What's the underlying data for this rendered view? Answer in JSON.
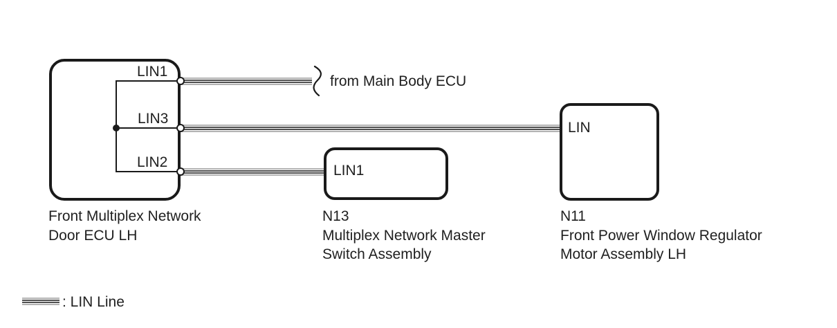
{
  "diagram": {
    "type": "wiring-bus-diagram",
    "nodes": [
      {
        "caption_lines": [
          "Front Multiplex Network",
          "Door ECU LH"
        ],
        "pins": [
          "LIN1",
          "LIN3",
          "LIN2"
        ]
      },
      {
        "caption_lines": [
          "N13",
          "Multiplex Network Master",
          "Switch Assembly"
        ],
        "pins": [
          "LIN1"
        ]
      },
      {
        "caption_lines": [
          "N11",
          "Front Power Window Regulator",
          "Motor Assembly LH"
        ],
        "pins": [
          "LIN"
        ]
      }
    ],
    "connections": [
      {
        "from": "Front Multiplex Network Door ECU LH / LIN1",
        "to": "Main Body ECU (off-page)"
      },
      {
        "from": "Front Multiplex Network Door ECU LH / LIN3",
        "to": "N11 / LIN"
      },
      {
        "from": "Front Multiplex Network Door ECU LH / LIN2",
        "to": "N13 / LIN1"
      }
    ],
    "annotation": {
      "text": "from Main Body ECU"
    },
    "legend": {
      "symbol": "lin-line-triple-stripe",
      "label": ": LIN Line"
    },
    "colors": {
      "ink": "#1a1a1a",
      "wire_dark": "#4f4f4f",
      "wire_light": "#b3b3b3",
      "background": "#ffffff"
    }
  }
}
